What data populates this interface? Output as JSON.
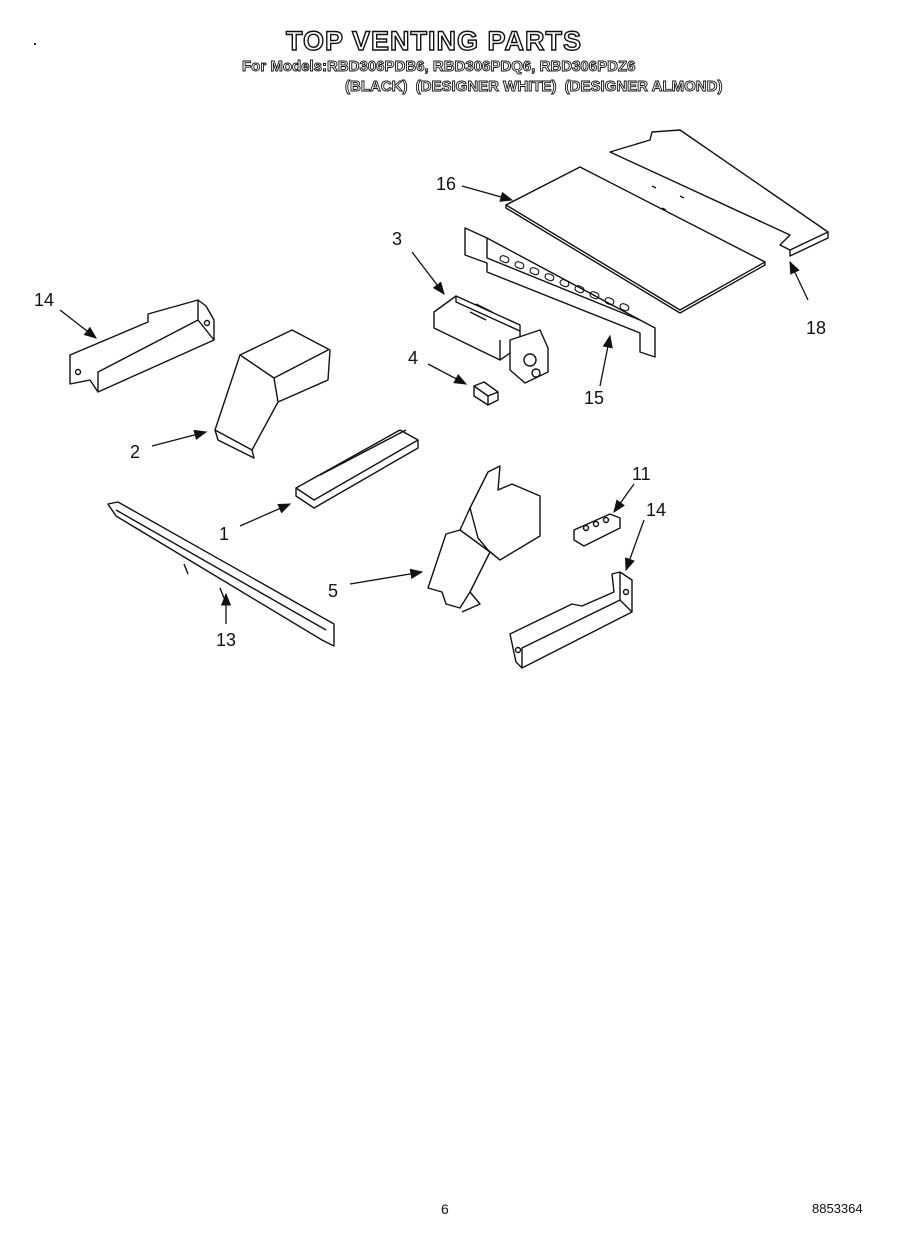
{
  "header": {
    "title": "TOP VENTING PARTS",
    "models_line": "For Models:RBD306PDB6, RBD306PDQ6, RBD306PDZ6",
    "colors": [
      "(BLACK)",
      "(DESIGNER WHITE)",
      "(DESIGNER ALMOND)"
    ]
  },
  "callouts": {
    "c1": "1",
    "c2": "2",
    "c3": "3",
    "c4": "4",
    "c5": "5",
    "c11": "11",
    "c13": "13",
    "c14a": "14",
    "c14b": "14",
    "c15": "15",
    "c16": "16",
    "c18": "18"
  },
  "footer": {
    "page_number": "6",
    "doc_code": "8853364"
  }
}
